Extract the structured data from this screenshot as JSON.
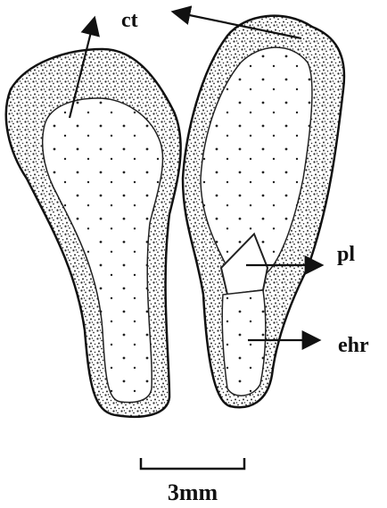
{
  "figure": {
    "background": "#ffffff",
    "ink_color": "#111111",
    "labels": {
      "ct": "ct",
      "pl": "pl",
      "ehr": "ehr"
    },
    "scale_bar": {
      "label": "3mm"
    }
  }
}
